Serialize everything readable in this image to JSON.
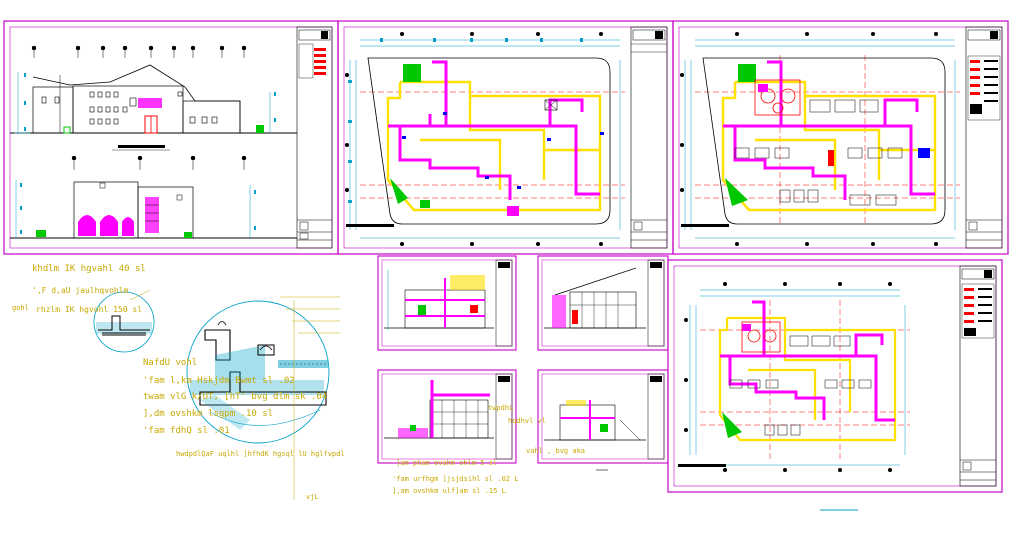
{
  "colors": {
    "background": "#ffffff",
    "sheet_frame": "#c800c8",
    "dimension": "#00a0c8",
    "grid_axis": "#ff0000",
    "wall": "#ffe000",
    "pipe": "#ff00ff",
    "text": "#c8a800",
    "green": "#00c800",
    "blue": "#0000ff",
    "black": "#000000"
  },
  "legend_notes": [
    "khdlm IK hgvahl  40   sl",
    "',F d,aU jaulhqvohlm",
    "gohl",
    "rhzlm IK hgvohl  150   sl"
  ],
  "detail_notes": [
    "NafdU vohl",
    "'fam l,km Hskjdm Bwmt  sl   .02",
    "twam vlG k/UT, [hT' bvg  dlm  sk   .04",
    "],dm ovshkm lsgpm  .10  sl",
    "'fam fdhQ  sl   .01"
  ],
  "detail_caption": "hwdpdlQaF uqlhl ]hfhdK hgsql lU hglfvpdl",
  "detail_dim": "vjL",
  "small_notes": [
    "twpdhL",
    "hqdhvl vl",
    "vahl , bvg aka",
    "]am pham ovahm ohlm  5  sl"
  ],
  "bottom_notes": [
    "'fam urfhgm ]jsjdsihl  sl   .02      L",
    "],am ovshkm ulf]am  sl   .15      L"
  ]
}
